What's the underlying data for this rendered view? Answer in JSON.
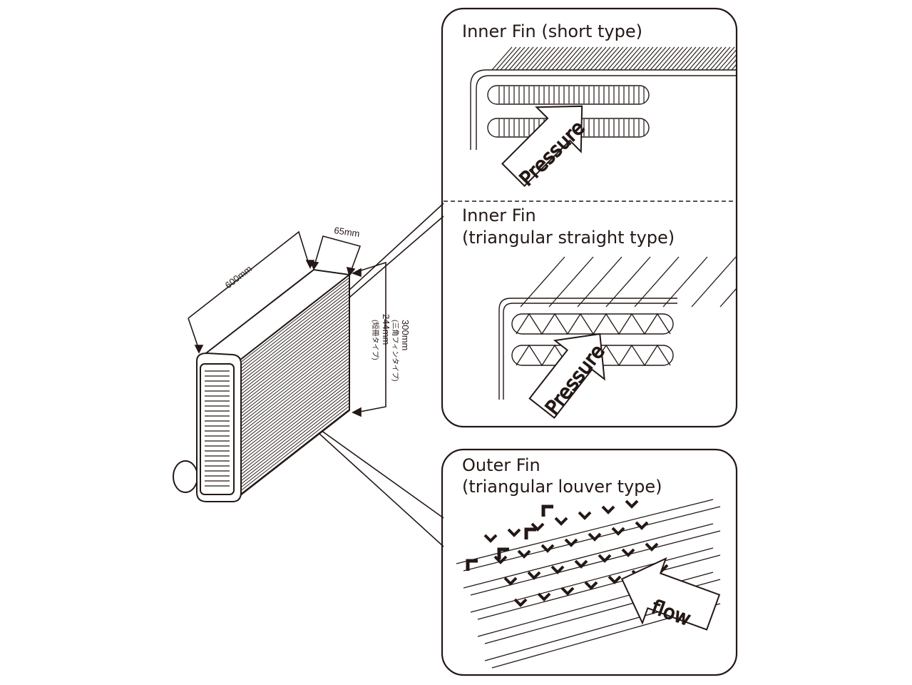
{
  "colors": {
    "ink": "#231815",
    "background": "#ffffff"
  },
  "core": {
    "length": "600mm",
    "depth": "65mm",
    "height_triangle": "300mm",
    "height_triangle_note": "(三角フィンタイプ)",
    "height_short": "244mm",
    "height_short_note": "(短冊タイプ)"
  },
  "panels": {
    "inner_short": {
      "title": "Inner Fin (short type)",
      "arrow_label": "Pressure"
    },
    "inner_triangular": {
      "title_line1": "Inner Fin",
      "title_line2": "(triangular straight type)",
      "arrow_label": "Pressure"
    },
    "outer_louver": {
      "title_line1": "Outer Fin",
      "title_line2": "(triangular louver type)",
      "arrow_label": "flow"
    }
  }
}
